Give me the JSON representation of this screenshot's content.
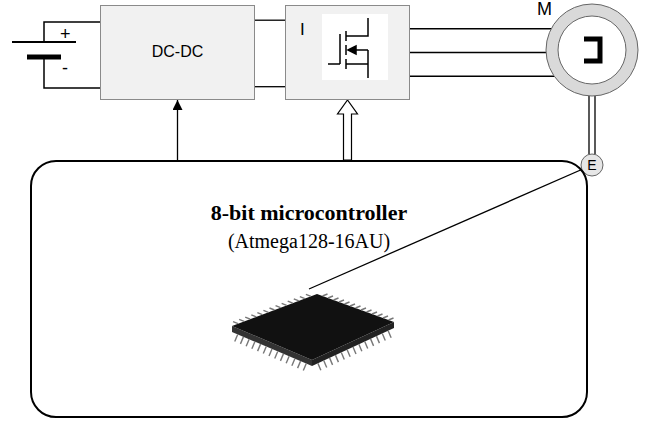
{
  "diagram": {
    "nodes": [
      {
        "text": [
          "DC-DC"
        ]
      },
      {
        "text": [
          "I"
        ]
      },
      {
        "text": [
          "M"
        ]
      },
      {
        "text": [
          "E"
        ]
      },
      {
        "text": [
          "8-bit microcontroller",
          "(Atmega128-16AU)"
        ]
      }
    ],
    "edges": [
      {
        "from": 0,
        "to": 1,
        "arrow": "none"
      },
      {
        "from": 0,
        "to": 1,
        "arrow": "none"
      },
      {
        "from": 1,
        "to": 2,
        "arrow": "none"
      },
      {
        "from": 1,
        "to": 2,
        "arrow": "none"
      },
      {
        "from": 1,
        "to": 2,
        "arrow": "none"
      },
      {
        "from": 4,
        "to": 0,
        "arrow": "to"
      },
      {
        "from": 4,
        "to": 1,
        "arrow": "to"
      },
      {
        "from": 2,
        "to": 3,
        "arrow": "none"
      },
      {
        "from": 3,
        "to": 4,
        "arrow": "none"
      }
    ],
    "labels": [
      "+",
      "-"
    ]
  }
}
